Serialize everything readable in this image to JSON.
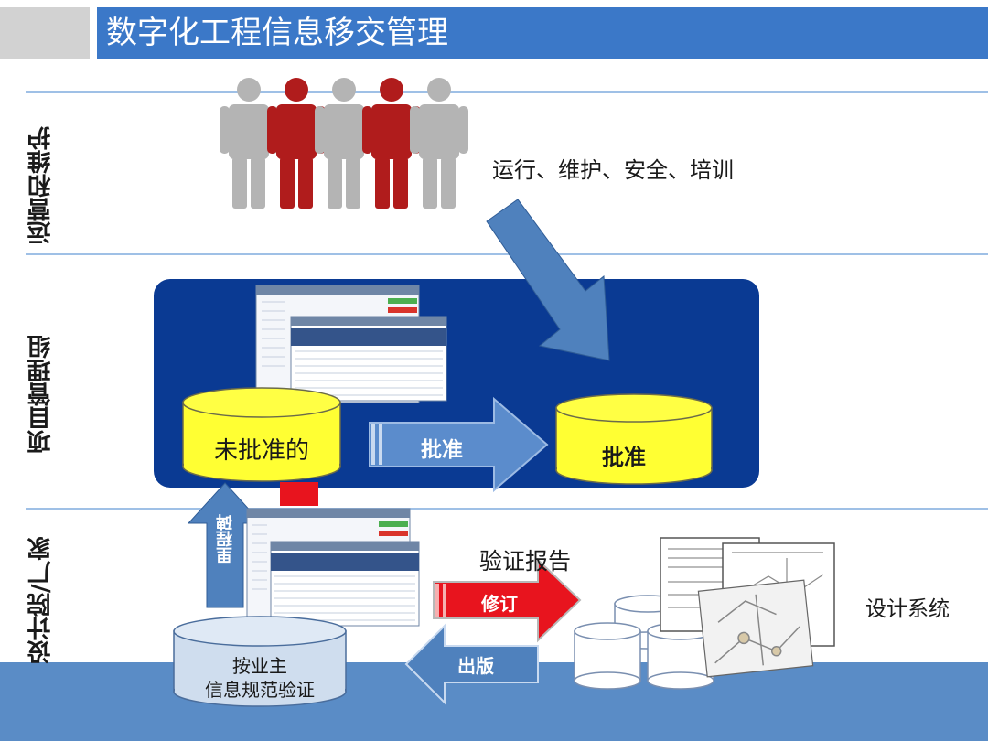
{
  "header": {
    "title": "数字化工程信息移交管理"
  },
  "rows": {
    "operations_label": "运营和维护",
    "project_label": "项目管理组",
    "design_label": "设计院/厂家"
  },
  "top": {
    "activities_text": "运行、维护、安全、培训"
  },
  "panel": {
    "unapproved_db": "未批准的",
    "approve_arrow": "批准",
    "approved_db": "批准"
  },
  "bottom": {
    "milestone_arrow": "里程碑",
    "verification_report": "验证报告",
    "revise_arrow": "修订",
    "publish_arrow": "出版",
    "validation_db_line1": "按业主",
    "validation_db_line2": "信息规范验证",
    "design_system": "设计系统"
  },
  "colors": {
    "title_bar": "#3b78c8",
    "panel": "#0a3a93",
    "database_yellow": "#ffff33",
    "revise_red": "#e8141e",
    "person_red": "#b01c1c",
    "person_grey": "#b4b4b4",
    "arrow_blue": "#4f81bd"
  }
}
